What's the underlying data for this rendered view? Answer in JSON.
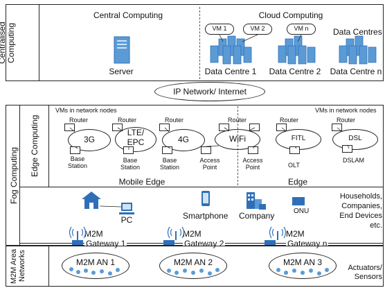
{
  "layers": {
    "centralised": "Centralised Computing",
    "fog": "Fog Computing",
    "edge": "Edge Computing",
    "m2m_area": "M2M Area Networks"
  },
  "central": {
    "title": "Central Computing",
    "server": "Server"
  },
  "cloud": {
    "title": "Cloud Computing",
    "data_centres_label": "Data Centres",
    "vm1": "VM 1",
    "vm2": "VM 2",
    "vmn": "VM n",
    "dc1": "Data Centre 1",
    "dc2": "Data Centre 2",
    "dcn": "Data Centre n"
  },
  "network": {
    "label": "IP Network/ Internet"
  },
  "edge": {
    "vms_left": "VMs in network nodes",
    "vms_right": "VMs in network nodes",
    "router": "Router",
    "base_station": "Base\nStation",
    "access_point": "Access\nPoint",
    "olt": "OLT",
    "dslam": "DSLAM",
    "nodes": [
      "3G",
      "LTE/\nEPC",
      "4G",
      "WiFi",
      "FITL",
      "DSL"
    ],
    "mobile_edge": "Mobile Edge",
    "edge_label": "Edge"
  },
  "devices": {
    "pc": "PC",
    "smartphone": "Smartphone",
    "company": "Company",
    "onu": "ONU",
    "households": "Households,\nCompanies,\nEnd Devices\netc.",
    "m2m1": "M2M",
    "gw1": "Gateway 1",
    "m2m2": "M2M",
    "gw2": "Gateway 2",
    "m2mn": "M2M",
    "gwn": "Gateway n"
  },
  "m2m": {
    "an1": "M2M AN 1",
    "an2": "M2M AN 2",
    "an3": "M2M AN 3",
    "actuators": "Actuators/\nSensors"
  },
  "colors": {
    "blue": "#2f6fb8",
    "light_blue": "#5b9bd5"
  }
}
